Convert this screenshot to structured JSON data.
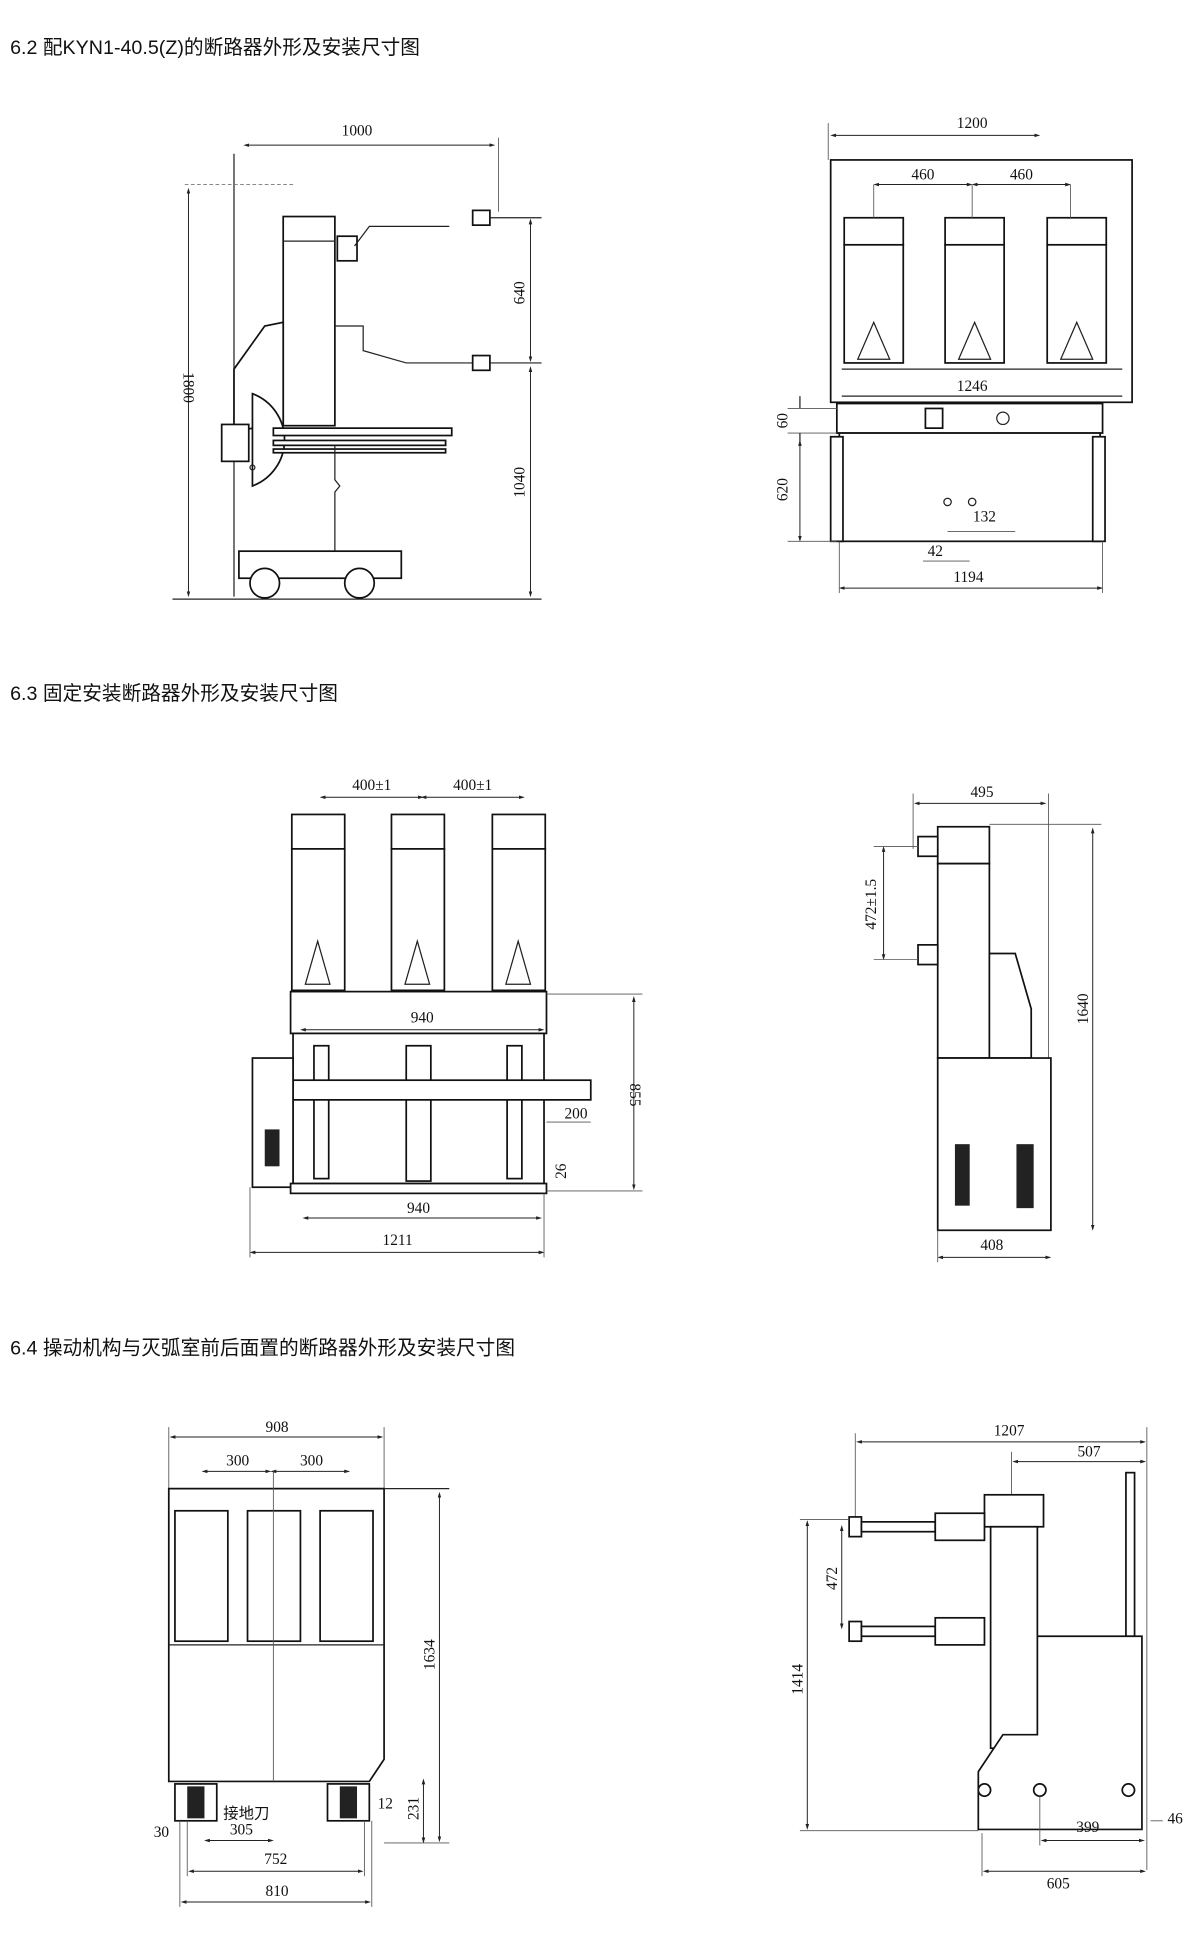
{
  "sections": [
    {
      "title": "6.2 配KYN1-40.5(Z)的断路器外形及安装尺寸图",
      "side_view": {
        "width": "1000",
        "height": "1800",
        "terminal_spacing": "640",
        "lower_terminal_height": "1040"
      },
      "front_view": {
        "width": "1200",
        "pole_spacing_left": "460",
        "pole_spacing_right": "460",
        "frame_width": "1246",
        "mechanism_height": "60",
        "chassis_height": "620",
        "offset_small": "132",
        "offset_42": "42",
        "base_width": "1194"
      }
    },
    {
      "title": "6.3 固定安装断路器外形及安装尺寸图",
      "front_view": {
        "pole_spacing_left": "400±1",
        "pole_spacing_right": "400±1",
        "upper_frame_width": "940",
        "frame_height": "855",
        "shaft_extension": "200",
        "base_offset": "26",
        "mounting_width": "940",
        "overall_width": "1211"
      },
      "side_view": {
        "depth": "495",
        "terminal_spacing": "472±1.5",
        "height": "1640",
        "base_depth": "408"
      }
    },
    {
      "title": "6.4 操动机构与灭弧室前后面置的断路器外形及安装尺寸图",
      "front_view": {
        "width": "908",
        "pole_spacing_left": "300",
        "pole_spacing_right": "300",
        "height": "1634",
        "offset_12": "12",
        "base_height": "231",
        "earthing_switch_label": "接地刀",
        "offset_30": "30",
        "offset_305": "305",
        "wheel_span": "752",
        "overall_base": "810"
      },
      "side_view": {
        "depth": "1207",
        "rear_offset": "507",
        "terminal_spacing": "472",
        "height": "1414",
        "offset_399": "399",
        "offset_46": "46",
        "base_depth": "605"
      }
    }
  ]
}
